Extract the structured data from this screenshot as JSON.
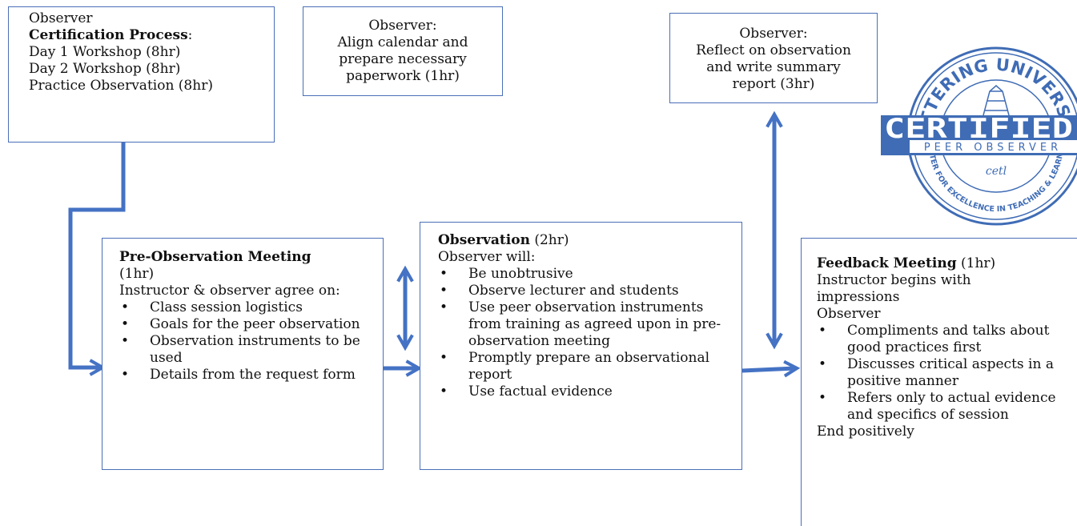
{
  "cert_box": {
    "line1": "Observer",
    "heading": "Certification Process",
    "heading_suffix": ":",
    "items": [
      "Day 1 Workshop (8hr)",
      "Day 2 Workshop (8hr)",
      "Practice Observation (8hr)"
    ]
  },
  "align_box": {
    "line1": "Observer:",
    "line2": "Align calendar and",
    "line3": "prepare necessary",
    "line4": "paperwork (1hr)"
  },
  "reflect_box": {
    "line1": "Observer:",
    "line2": "Reflect on observation",
    "line3": "and write summary",
    "line4": "report (3hr)"
  },
  "pre_box": {
    "heading": "Pre-Observation Meeting",
    "duration": "(1hr)",
    "intro": "Instructor & observer agree on:",
    "items": [
      "Class session logistics",
      "Goals for the peer observation",
      "Observation instruments to be used",
      "Details from the request form"
    ]
  },
  "obs_box": {
    "heading": "Observation",
    "duration": " (2hr)",
    "intro": "Observer will:",
    "items": [
      "Be unobtrusive",
      "Observe lecturer and students",
      "Use peer observation instruments from training as agreed upon in pre-observation meeting",
      "Promptly prepare an observational report",
      "Use factual evidence"
    ]
  },
  "feedback_box": {
    "heading": "Feedback Meeting",
    "duration": " (1hr)",
    "line1": "Instructor begins with",
    "line2": "impressions",
    "line3": "Observer",
    "items": [
      "Compliments and talks about good practices first",
      "Discusses critical aspects in a positive manner",
      "Refers only to actual evidence and specifics of session"
    ],
    "closing": "End positively"
  },
  "seal": {
    "top_text": "KETTERING UNIVERSITY",
    "main_text": "CERTIFIED",
    "band_text": "PEER OBSERVER",
    "script_text": "cetl",
    "bottom_text": "CENTER FOR EXCELLENCE IN TEACHING & LEARNING",
    "color": "#3f6cb5"
  },
  "colors": {
    "arrow": "#4472c4",
    "border": "#4a6fb8"
  }
}
